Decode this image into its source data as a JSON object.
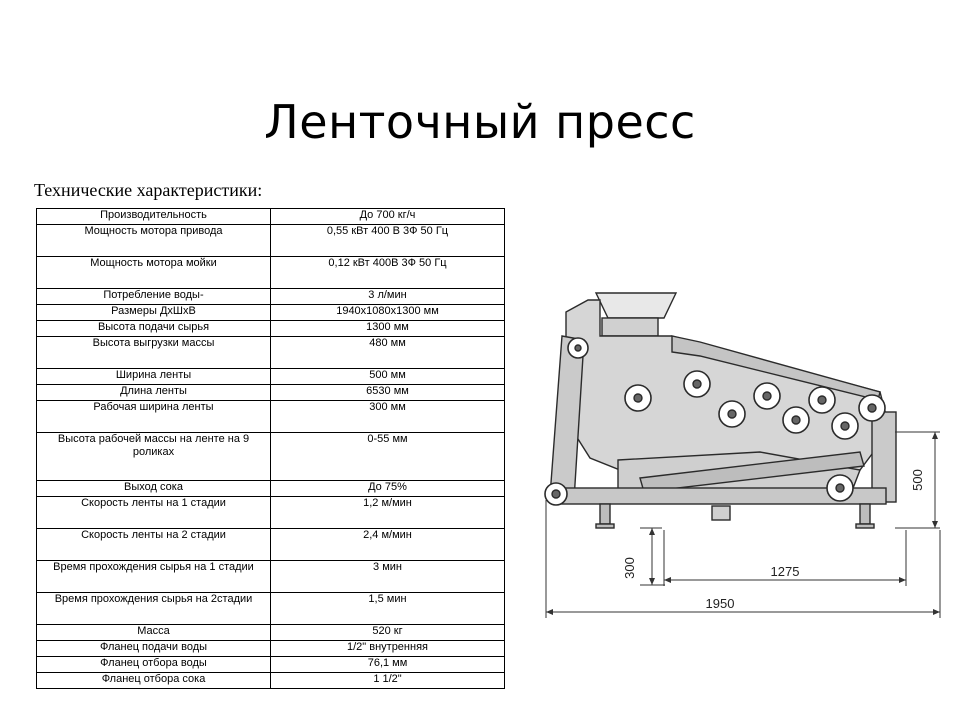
{
  "slide": {
    "title": "Ленточный пресс",
    "caption": "Технические характеристики:"
  },
  "spec_table": {
    "rows": [
      {
        "param": "Производительность",
        "value": "До 700 кг/ч"
      },
      {
        "param": "Мощность мотора привода",
        "value": "0,55 кВт 400 В 3Ф 50 Гц"
      },
      {
        "param": "Мощность мотора мойки",
        "value": "0,12 кВт 400В 3Ф 50 Гц"
      },
      {
        "param": "Потребление воды-",
        "value": "3 л/мин"
      },
      {
        "param": "Размеры ДхШхВ",
        "value": "1940х1080х1300 мм"
      },
      {
        "param": "Высота подачи сырья",
        "value": "1300 мм"
      },
      {
        "param": "Высота выгрузки массы",
        "value": "480 мм"
      },
      {
        "param": "Ширина ленты",
        "value": "500 мм"
      },
      {
        "param": "Длина ленты",
        "value": "6530 мм"
      },
      {
        "param": "Рабочая ширина ленты",
        "value": "300 мм"
      },
      {
        "param": "Высота рабочей массы на ленте на 9 роликах",
        "value": "0-55 мм"
      },
      {
        "param": "Выход сока",
        "value": "До 75%"
      },
      {
        "param": "Скорость ленты на 1 стадии",
        "value": "1,2 м/мин"
      },
      {
        "param": "Скорость ленты на 2 стадии",
        "value": "2,4 м/мин"
      },
      {
        "param": "Время прохождения сырья на 1 стадии",
        "value": "3 мин"
      },
      {
        "param": "Время прохождения сырья на 2стадии",
        "value": "1,5 мин"
      },
      {
        "param": "Масса",
        "value": "520 кг"
      },
      {
        "param": "Фланец подачи воды",
        "value": "1/2\" внутренняя"
      },
      {
        "param": "Фланец отбора воды",
        "value": "76,1 мм"
      },
      {
        "param": "Фланец отбора сока",
        "value": "1 1/2\""
      }
    ]
  },
  "drawing": {
    "dim_height": "500",
    "dim_inner_length": "1275",
    "dim_total_length": "1950",
    "dim_outlet_height": "300"
  }
}
